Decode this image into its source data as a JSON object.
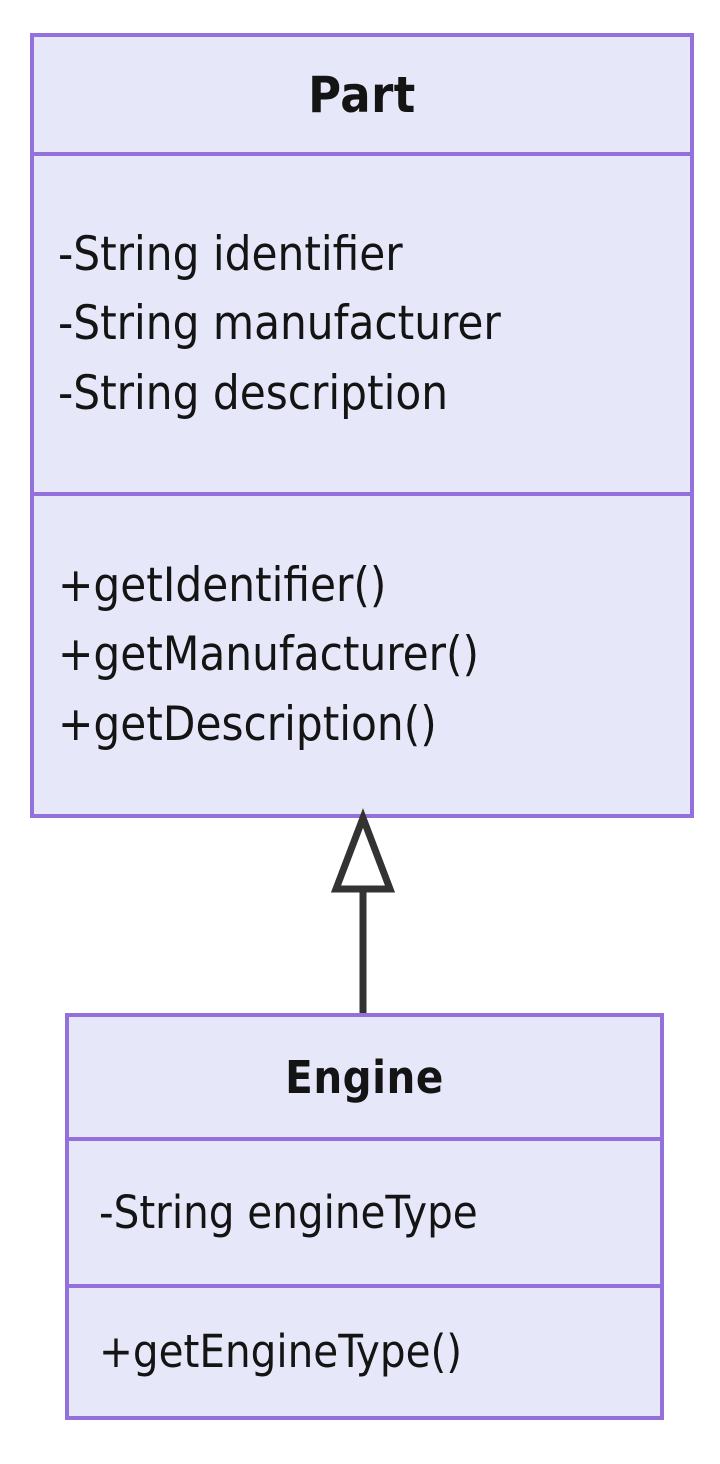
{
  "diagram": {
    "type": "uml-class-diagram",
    "background_color": "#FFFFFF",
    "border_color": "#9370DB",
    "fill_color": "#E7E7FA",
    "text_color": "#141414",
    "connector_color": "#333333",
    "classes": [
      {
        "name": "Part",
        "attributes": [
          "-String identifier",
          "-String manufacturer",
          "-String description"
        ],
        "methods": [
          "+getIdentifier()",
          "+getManufacturer()",
          "+getDescription()"
        ]
      },
      {
        "name": "Engine",
        "attributes": [
          "-String engineType"
        ],
        "methods": [
          "+getEngineType()"
        ]
      }
    ],
    "relationships": [
      {
        "kind": "generalization",
        "label": "",
        "source": "Engine",
        "target": "Part",
        "arrow": "hollow-triangle"
      }
    ]
  }
}
